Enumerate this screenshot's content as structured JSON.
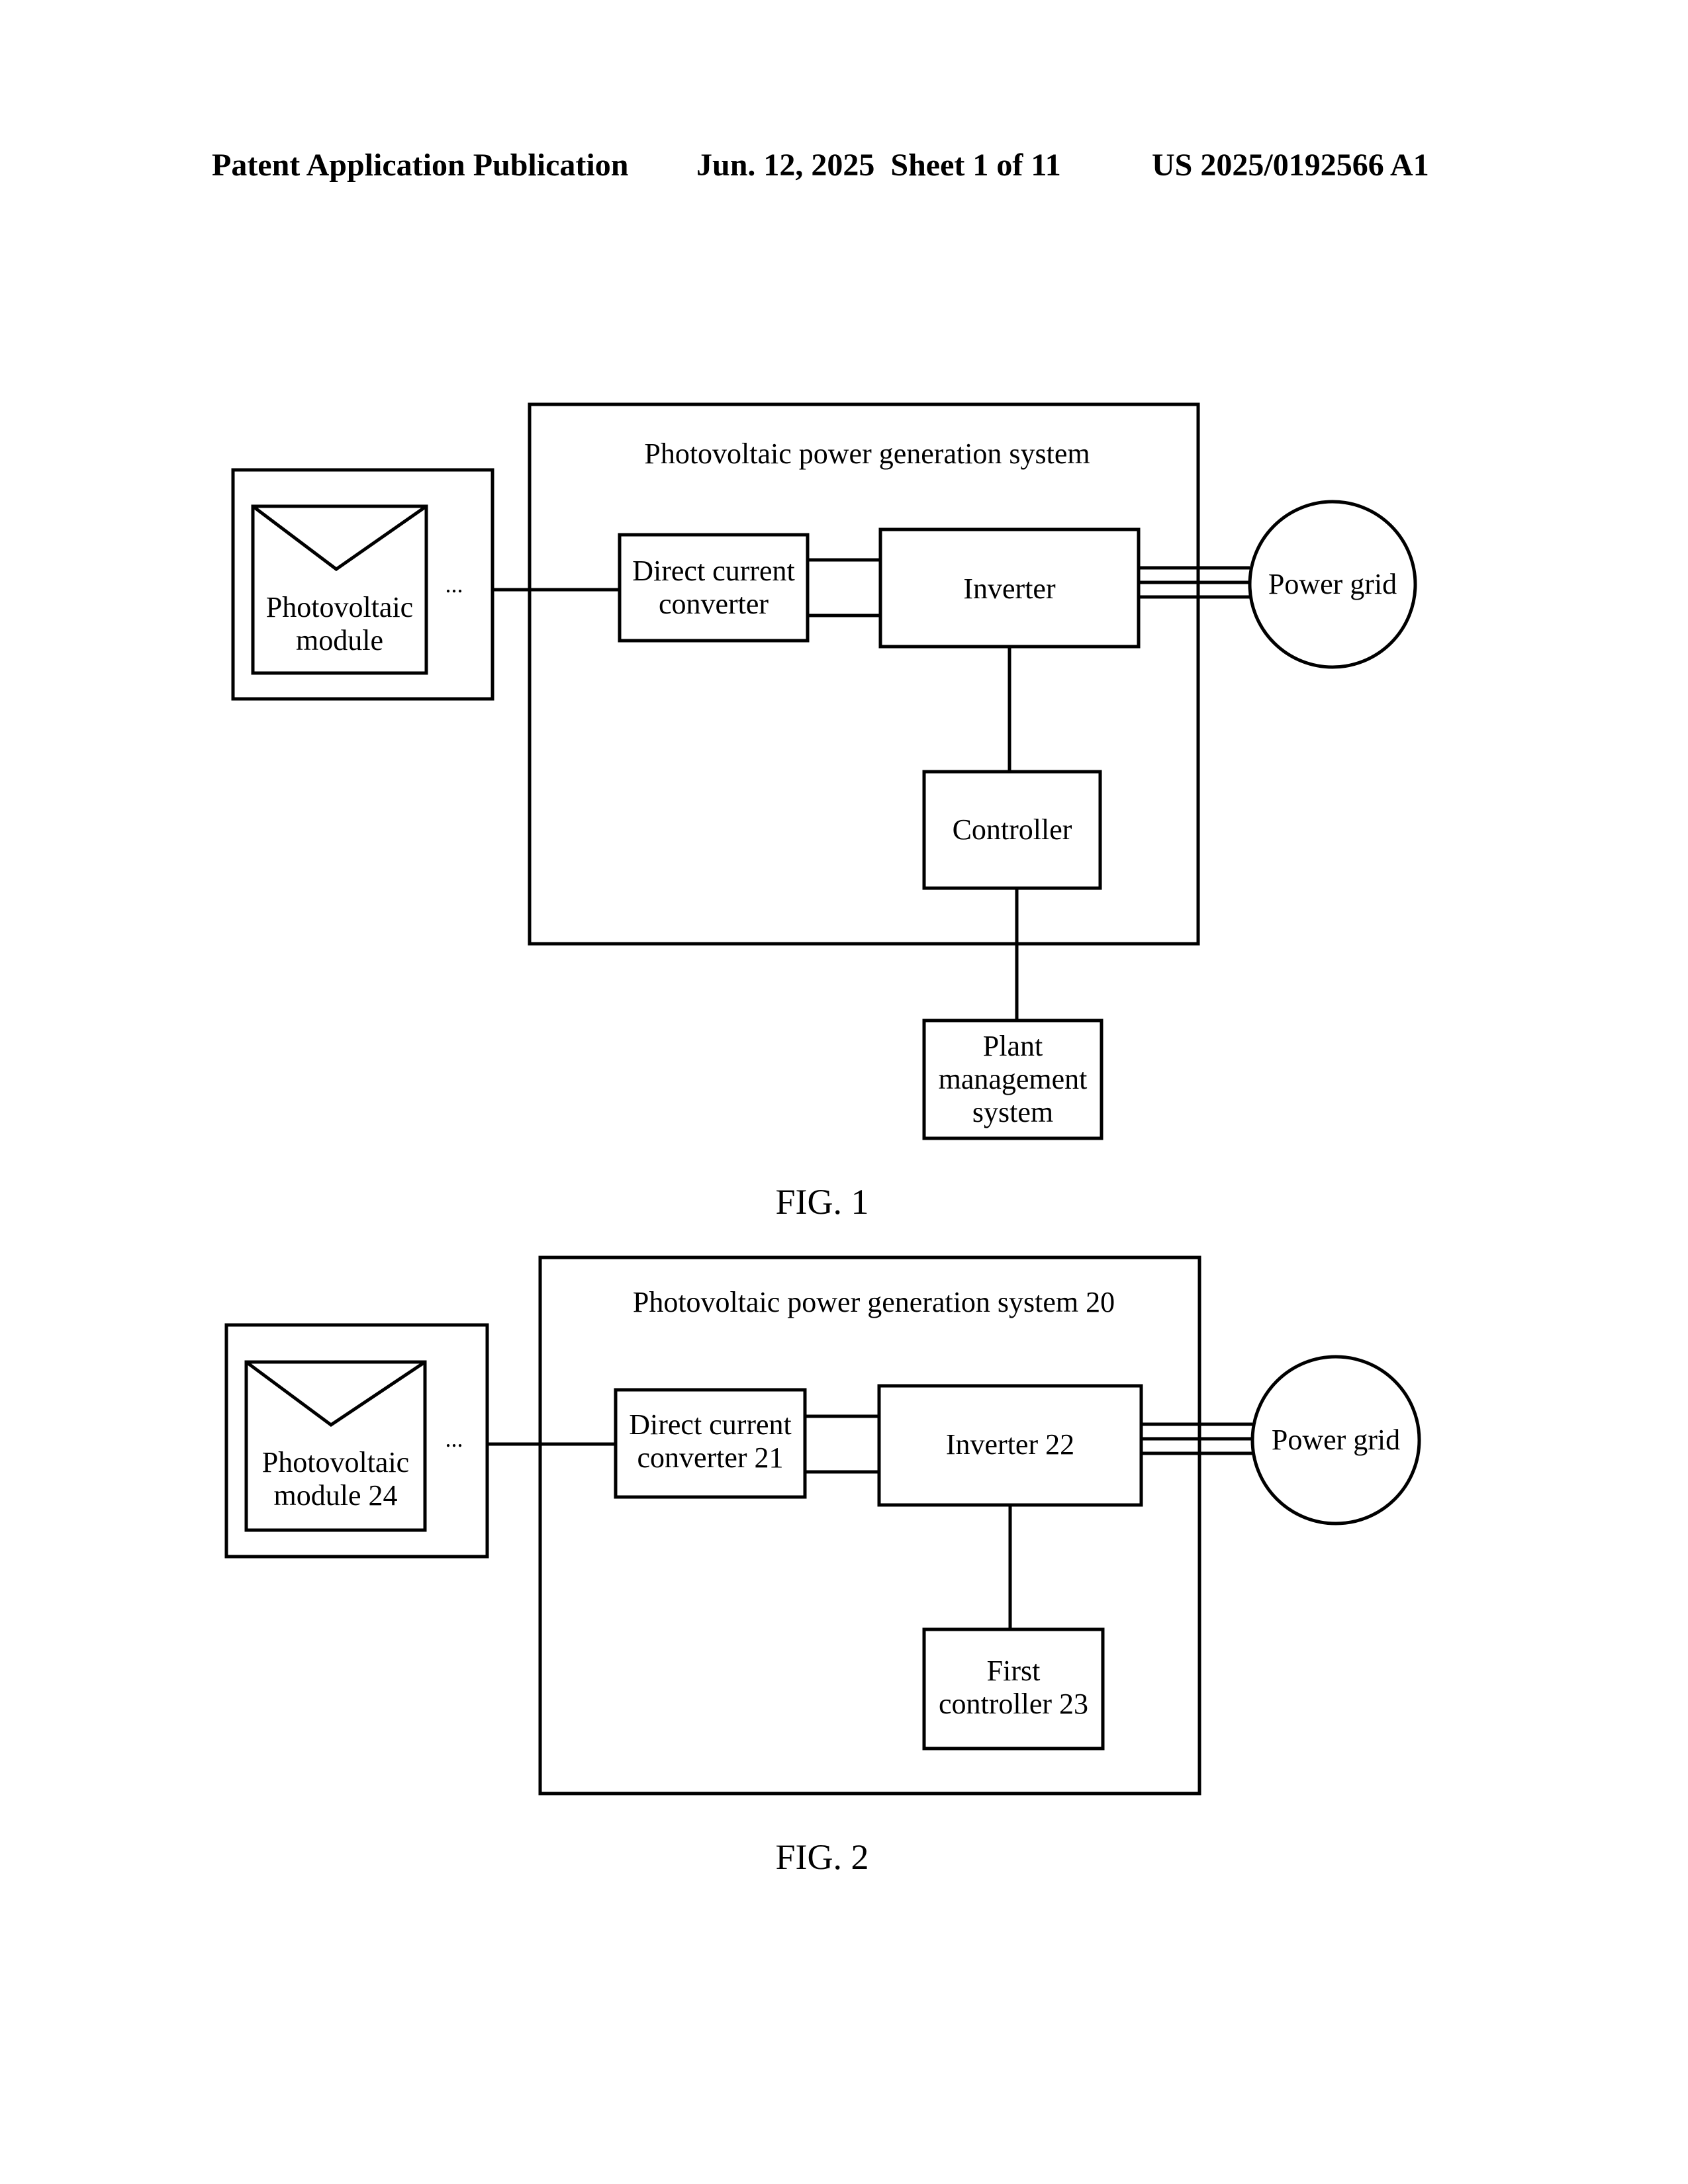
{
  "header": {
    "publication": "Patent Application Publication",
    "date_sheet": "Jun. 12, 2025  Sheet 1 of 11",
    "number": "US 2025/0192566 A1"
  },
  "fig1": {
    "system_label": "Photovoltaic power generation system",
    "pv_module": [
      "Photovoltaic",
      "module"
    ],
    "ellipsis": "...",
    "dc_converter": [
      "Direct current",
      "converter"
    ],
    "inverter": "Inverter",
    "power_grid": "Power grid",
    "controller": "Controller",
    "plant_management": [
      "Plant",
      "management",
      "system"
    ],
    "caption": "FIG. 1"
  },
  "fig2": {
    "system_label": "Photovoltaic power generation system 20",
    "pv_module": [
      "Photovoltaic",
      "module 24"
    ],
    "ellipsis": "...",
    "dc_converter": [
      "Direct current",
      "converter 21"
    ],
    "inverter": "Inverter 22",
    "power_grid": "Power grid",
    "controller": [
      "First",
      "controller 23"
    ],
    "caption": "FIG. 2"
  }
}
